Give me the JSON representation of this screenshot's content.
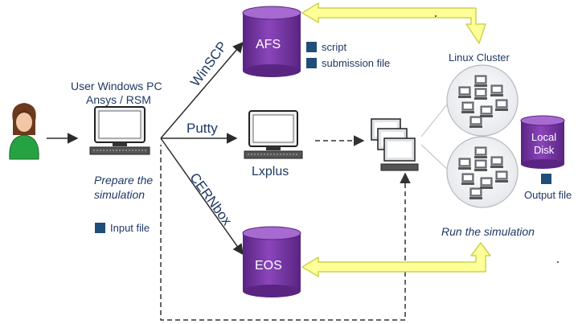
{
  "user_pc": {
    "line1": "User Windows PC",
    "line2": "Ansys / RSM"
  },
  "prepare": {
    "line1": "Prepare the",
    "line2": "simulation"
  },
  "input_file": "Input file",
  "connections": {
    "winscp": "WinSCP",
    "putty": "Putty",
    "cernbox": "CERNbox"
  },
  "afs": {
    "label": "AFS",
    "legend": [
      "script",
      "submission file"
    ]
  },
  "lxplus": "Lxplus",
  "eos": {
    "label": "EOS"
  },
  "linux_cluster": "Linux Cluster",
  "local_disk": {
    "line1": "Local",
    "line2": "Disk"
  },
  "output_file": "Output file",
  "run_simulation": "Run the simulation",
  "colors": {
    "cylinder": "#7030a0",
    "cylinder_top": "#9b59c6",
    "arrow_fill": "#ffff99",
    "arrow_stroke": "#c9d54a",
    "text": "#1f3864",
    "legend_square": "#1f4e79"
  }
}
